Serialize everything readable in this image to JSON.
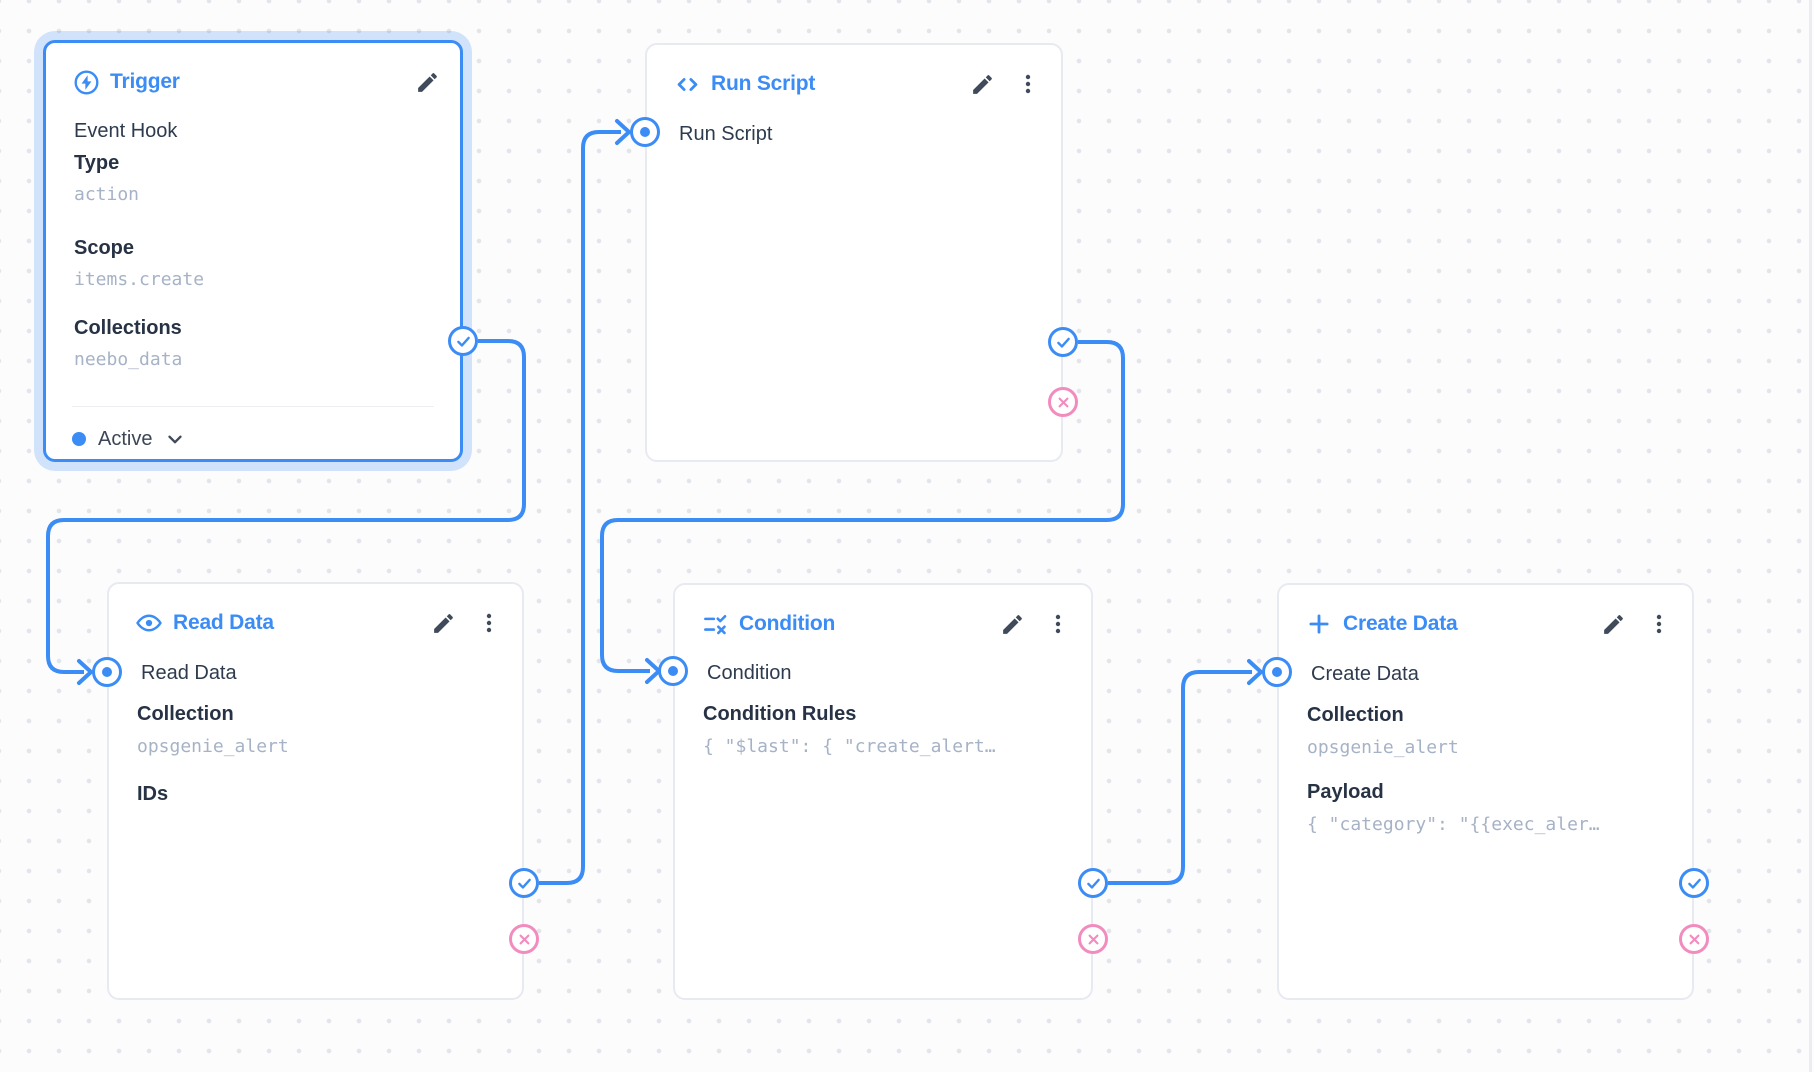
{
  "colors": {
    "accent": "#3b8cf5",
    "wire_blue": "#3b8cf5",
    "reject_pink": "#f28cbe"
  },
  "nodes": {
    "trigger": {
      "title": "Trigger",
      "trigger_type": "Event Hook",
      "fields": [
        {
          "label": "Type",
          "value": "action"
        },
        {
          "label": "Scope",
          "value": "items.create"
        },
        {
          "label": "Collections",
          "value": "neebo_data"
        }
      ],
      "status": {
        "label": "Active"
      }
    },
    "run_script": {
      "title": "Run Script",
      "input_label": "Run Script"
    },
    "read_data": {
      "title": "Read Data",
      "input_label": "Read Data",
      "fields": [
        {
          "label": "Collection",
          "value": "opsgenie_alert"
        },
        {
          "label": "IDs",
          "value": ""
        }
      ]
    },
    "condition": {
      "title": "Condition",
      "input_label": "Condition",
      "fields": [
        {
          "label": "Condition Rules",
          "value": "{ \"$last\": { \"create_alert…"
        }
      ]
    },
    "create_data": {
      "title": "Create Data",
      "input_label": "Create Data",
      "fields": [
        {
          "label": "Collection",
          "value": "opsgenie_alert"
        },
        {
          "label": "Payload",
          "value": "{ \"category\": \"{{exec_aler…"
        }
      ]
    }
  }
}
